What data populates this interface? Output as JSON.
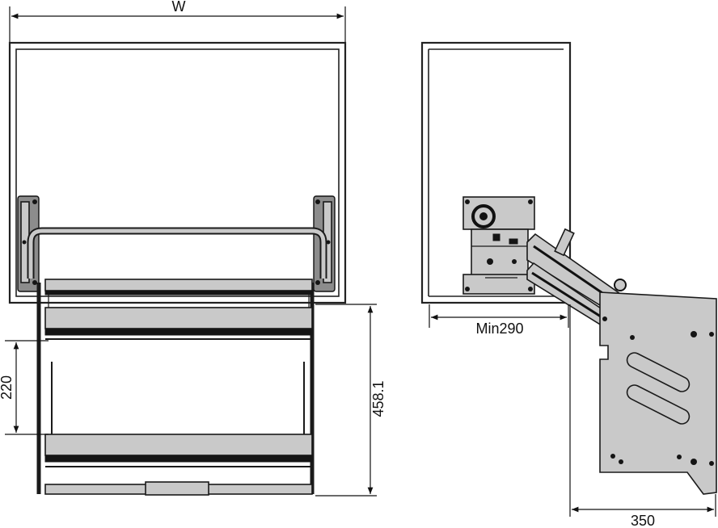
{
  "dimensions": {
    "width_label": "W",
    "depth_label": "Min290",
    "height_label": "458.1",
    "shelf_gap_label": "220",
    "projection_label": "350"
  },
  "colors": {
    "line": "#111111",
    "metal": "#c9c9c9",
    "metal_dark": "#8c8c8c"
  }
}
